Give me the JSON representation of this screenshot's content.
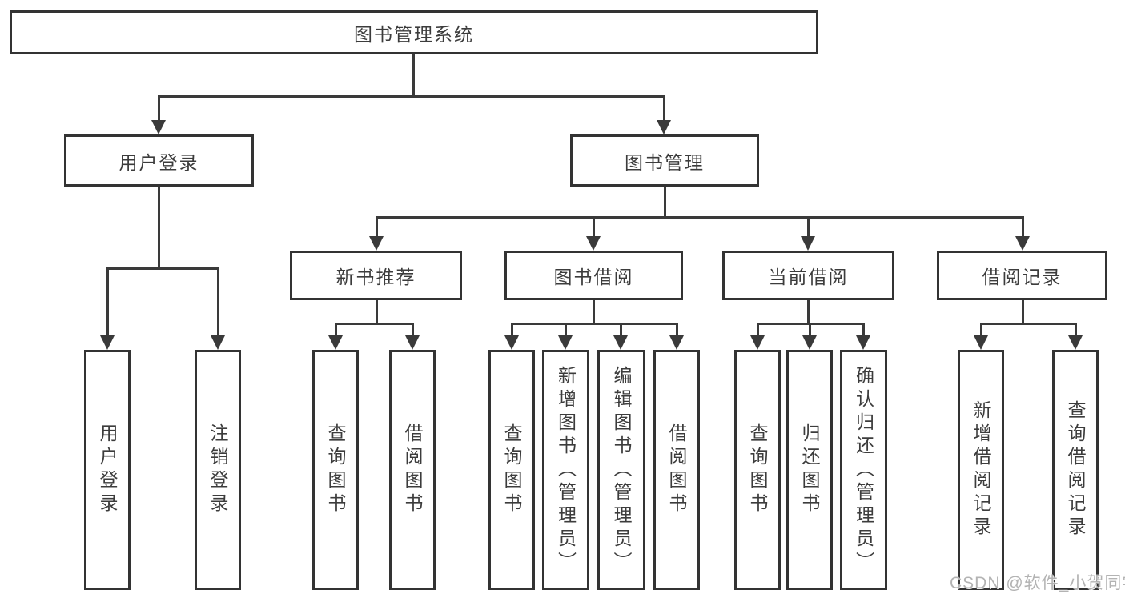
{
  "diagram": {
    "root": {
      "label": "图书管理系统"
    },
    "branches": [
      {
        "label": "用户登录",
        "children": [
          {
            "label": "用户登录"
          },
          {
            "label": "注销登录"
          }
        ]
      },
      {
        "label": "图书管理",
        "children": [
          {
            "label": "新书推荐",
            "children": [
              {
                "label": "查询图书"
              },
              {
                "label": "借阅图书"
              }
            ]
          },
          {
            "label": "图书借阅",
            "children": [
              {
                "label": "查询图书"
              },
              {
                "label": "新增图书（管理员）"
              },
              {
                "label": "编辑图书（管理员）"
              },
              {
                "label": "借阅图书"
              }
            ]
          },
          {
            "label": "当前借阅",
            "children": [
              {
                "label": "查询图书"
              },
              {
                "label": "归还图书"
              },
              {
                "label": "确认归还（管理员）"
              }
            ]
          },
          {
            "label": "借阅记录",
            "children": [
              {
                "label": "新增借阅记录"
              },
              {
                "label": "查询借阅记录"
              }
            ]
          }
        ]
      }
    ]
  },
  "watermark": {
    "text": "CSDN @软件_小贺同学"
  },
  "colors": {
    "line": "#3a3a3a",
    "border": "#333333",
    "text": "#3c3c3c",
    "background": "#ffffff",
    "watermark": "#b3b3b3"
  }
}
